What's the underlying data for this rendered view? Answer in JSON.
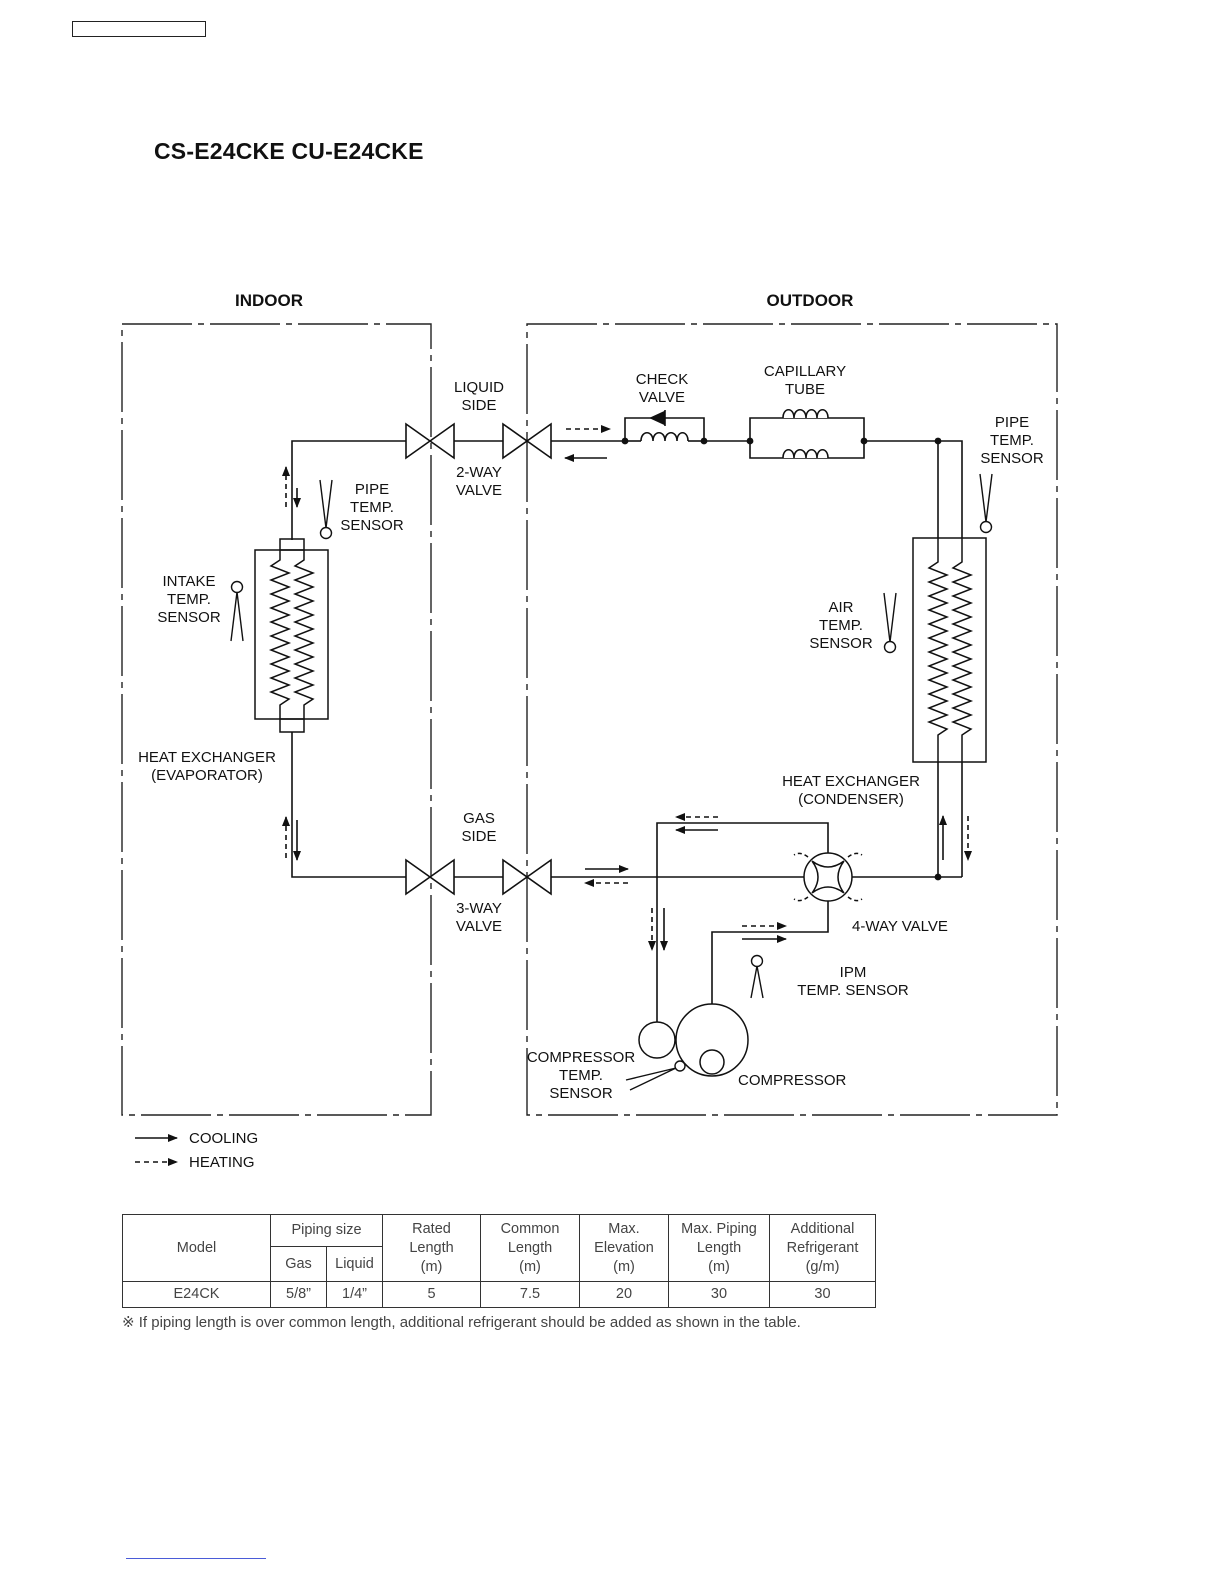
{
  "title": "CS-E24CKE  CU-E24CKE",
  "sections": {
    "indoor": "INDOOR",
    "outdoor": "OUTDOOR"
  },
  "labels": {
    "liquid_side": [
      "LIQUID",
      "SIDE"
    ],
    "gas_side": [
      "GAS",
      "SIDE"
    ],
    "two_way_valve": [
      "2-WAY",
      "VALVE"
    ],
    "three_way_valve": [
      "3-WAY",
      "VALVE"
    ],
    "check_valve": [
      "CHECK",
      "VALVE"
    ],
    "capillary_tube": [
      "CAPILLARY",
      "TUBE"
    ],
    "indoor_pipe_sensor": [
      "PIPE",
      "TEMP.",
      "SENSOR"
    ],
    "outdoor_pipe_sensor": [
      "PIPE",
      "TEMP.",
      "SENSOR"
    ],
    "intake_sensor": [
      "INTAKE",
      "TEMP.",
      "SENSOR"
    ],
    "air_sensor": [
      "AIR",
      "TEMP.",
      "SENSOR"
    ],
    "evaporator": [
      "HEAT EXCHANGER",
      "(EVAPORATOR)"
    ],
    "condenser": [
      "HEAT EXCHANGER",
      "(CONDENSER)"
    ],
    "four_way_valve": "4-WAY VALVE",
    "ipm_sensor": [
      "IPM",
      "TEMP. SENSOR"
    ],
    "compressor_sensor": [
      "COMPRESSOR",
      "TEMP.",
      "SENSOR"
    ],
    "compressor": "COMPRESSOR"
  },
  "legend": {
    "cooling": "COOLING",
    "heating": "HEATING"
  },
  "table": {
    "header": {
      "model": "Model",
      "piping_size": "Piping size",
      "gas": "Gas",
      "liquid": "Liquid",
      "rated_length": [
        "Rated",
        "Length",
        "(m)"
      ],
      "common_length": [
        "Common",
        "Length",
        "(m)"
      ],
      "max_elevation": [
        "Max.",
        "Elevation",
        "(m)"
      ],
      "max_piping_length": [
        "Max. Piping",
        "Length",
        "(m)"
      ],
      "additional_refrigerant": [
        "Additional",
        "Refrigerant",
        "(g/m)"
      ]
    },
    "rows": [
      {
        "model": "E24CK",
        "gas": "5/8”",
        "liquid": "1/4”",
        "rated_length": "5",
        "common_length": "7.5",
        "max_elevation": "20",
        "max_piping_length": "30",
        "additional_refrigerant": "30"
      }
    ]
  },
  "footnote": "※ If piping length is over common length, additional refrigerant should be added as shown in the table."
}
